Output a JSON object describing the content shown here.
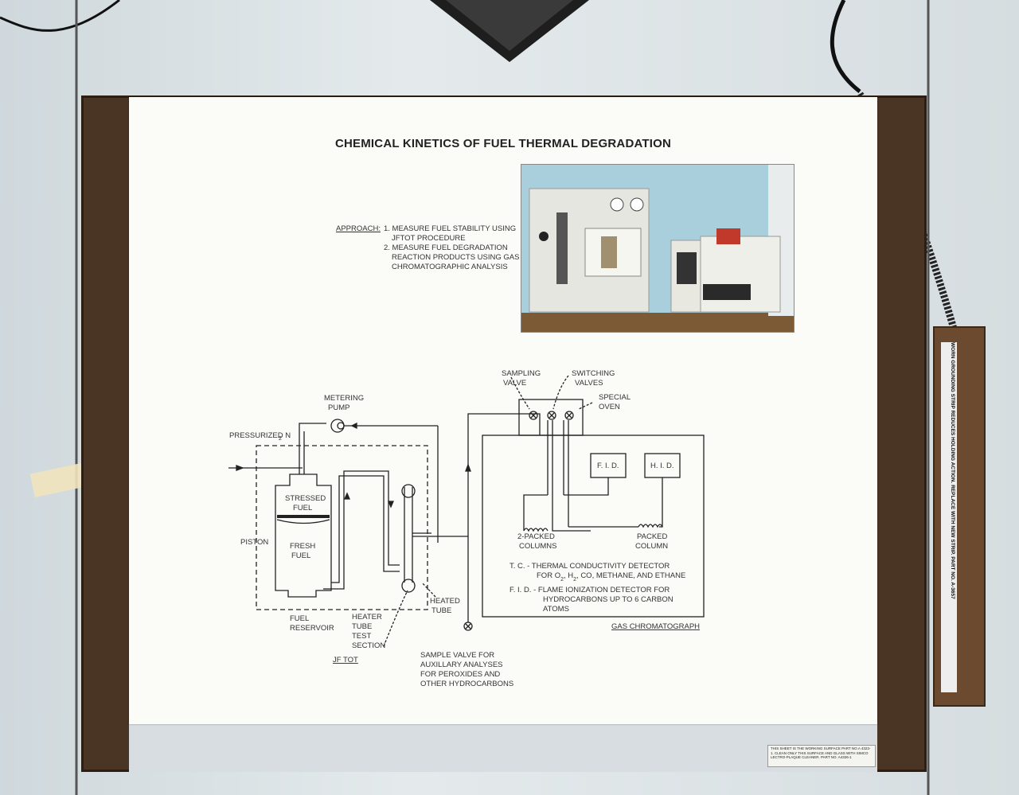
{
  "board": {
    "title": "CHEMICAL KINETICS OF FUEL THERMAL DEGRADATION",
    "approach_label": "APPROACH:",
    "approach_items": [
      "1. MEASURE FUEL STABILITY USING",
      "JFTOT PROCEDURE",
      "2. MEASURE FUEL DEGRADATION",
      "REACTION PRODUCTS USING GAS",
      "CHROMATOGRAPHIC ANALYSIS"
    ]
  },
  "diagram_labels": {
    "metering_pump": [
      "METERING",
      "PUMP"
    ],
    "pressurized": "PRESSURIZED N",
    "pressurized_sub": "2",
    "stressed_fuel": [
      "STRESSED",
      "FUEL"
    ],
    "piston": "PISTON",
    "fresh_fuel": [
      "FRESH",
      "FUEL"
    ],
    "fuel_reservoir": [
      "FUEL",
      "RESERVOIR"
    ],
    "heater_tube": [
      "HEATER",
      "TUBE",
      "TEST",
      "SECTION"
    ],
    "jf_tot": "JF TOT",
    "heated_tube": [
      "HEATED",
      "TUBE"
    ],
    "sampling_valve": [
      "SAMPLING",
      "VALVE"
    ],
    "switching_valves": [
      "SWITCHING",
      "VALVES"
    ],
    "special_oven": [
      "SPECIAL",
      "OVEN"
    ],
    "fid": "F. I. D.",
    "hid": "H. I. D.",
    "two_packed": [
      "2-PACKED",
      "COLUMNS"
    ],
    "packed_column": [
      "PACKED",
      "COLUMN"
    ],
    "tc_line1": "T. C.  - THERMAL CONDUCTIVITY DETECTOR",
    "tc_line2": "FOR O",
    "tc_line2_rest": ", CO, METHANE, AND ETHANE",
    "tc_line2_mid": ", H",
    "fid_line1": "F. I. D.  - FLAME IONIZATION DETECTOR FOR",
    "fid_line2": "HYDROCARBONS UP TO 6 CARBON",
    "fid_line3": "ATOMS",
    "gas_chromatograph": "GAS CHROMATOGRAPH",
    "sample_valve": [
      "SAMPLE VALVE FOR",
      "AUXILLARY ANALYSES",
      "FOR PEROXIDES AND",
      "OTHER HYDROCARBONS"
    ]
  },
  "grounding_strip": {
    "text": "WORN GROUNDING STRIP REDUCES HOLDING ACTION. REPLACE WITH NEW STRIP. PART NO. A-3657"
  },
  "sticker": {
    "text": "THIS SHEET IS THE WORKING SURFACE PART NO.A 4323-1. CLEAN ONLY THIS SURFACE AND GLASS WITH SIMCO LECTRO-PLAQUE CLEANER. PART NO. A4326-1"
  },
  "colors": {
    "frame": "#4a3424",
    "board": "#fbfbf8",
    "line": "#222222"
  }
}
